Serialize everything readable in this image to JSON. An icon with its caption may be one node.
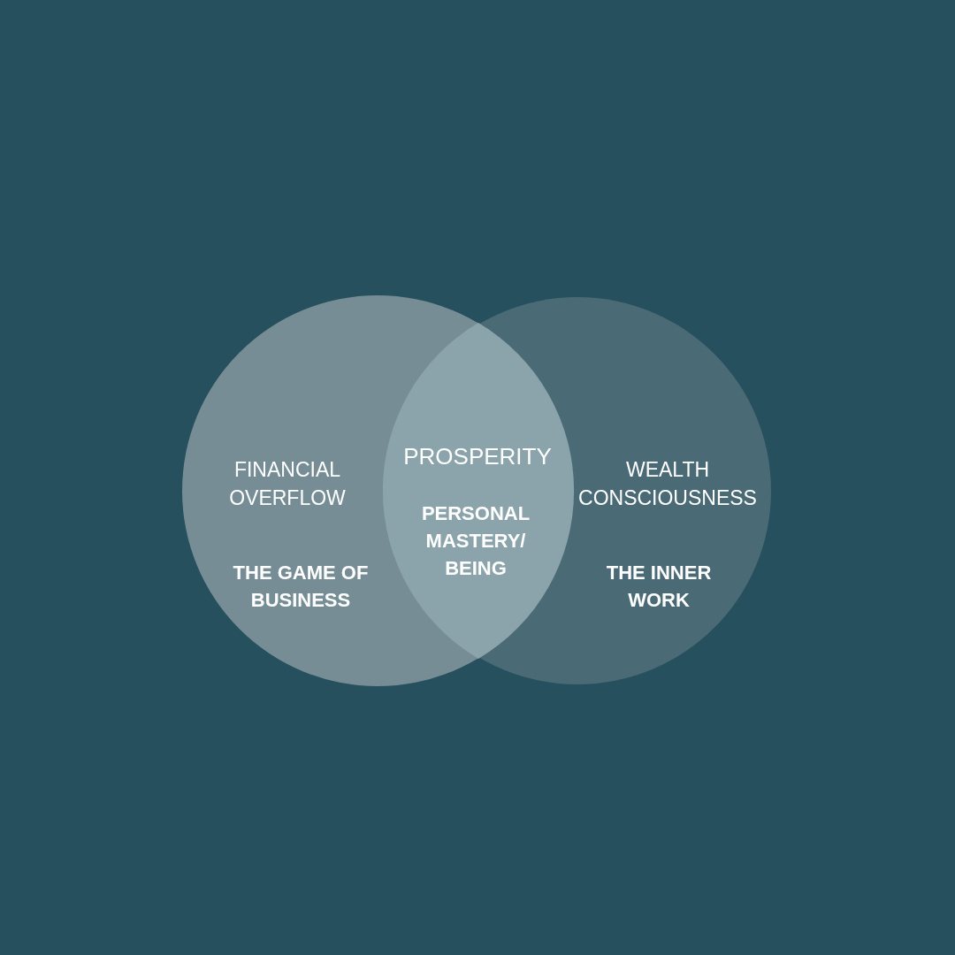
{
  "diagram": {
    "nodes": [
      {
        "text": [
          "FINANCIAL OVERFLOW",
          "THE GAME OF BUSINESS"
        ]
      },
      {
        "text": [
          "PROSPERITY",
          "PERSONAL MASTERY/ BEING"
        ]
      },
      {
        "text": [
          "WEALTH CONSCIOUSNESS",
          "THE INNER WORK"
        ]
      }
    ]
  }
}
